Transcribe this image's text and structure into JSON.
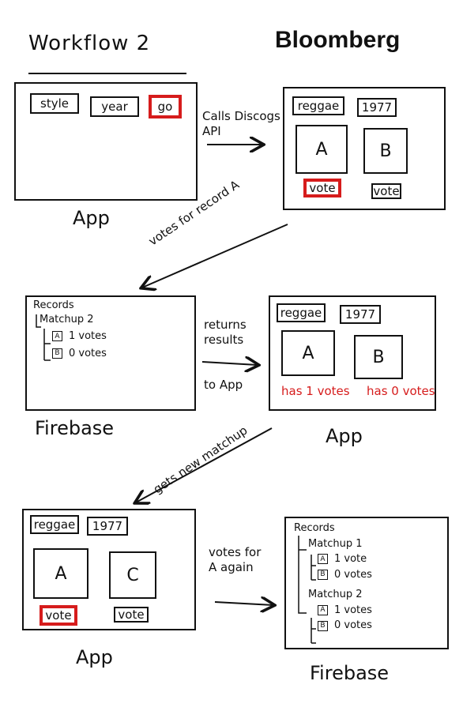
{
  "header": {
    "title": "Workflow 2",
    "brand": "Bloomberg"
  },
  "colors": {
    "ink": "#111111",
    "highlight": "#d61c1c"
  },
  "panel1": {
    "inputs": [
      "style",
      "year",
      "go"
    ],
    "caption": "App"
  },
  "arrow1": {
    "line1": "Calls Discogs",
    "line2": "API"
  },
  "panel2": {
    "inputs": [
      "reggae",
      "1977"
    ],
    "tiles": [
      "A",
      "B"
    ],
    "buttons": [
      "vote",
      "vote"
    ]
  },
  "arrow2": {
    "text": "votes for record A"
  },
  "panel3": {
    "caption": "Firebase",
    "root": "Records",
    "matchup": "Matchup 2",
    "rows": [
      {
        "letter": "A",
        "text": "1 votes"
      },
      {
        "letter": "B",
        "text": "0 votes"
      }
    ]
  },
  "arrow3": {
    "line1": "returns",
    "line2": "results",
    "line3": "to App"
  },
  "panel4": {
    "caption": "App",
    "inputs": [
      "reggae",
      "1977"
    ],
    "tiles": [
      "A",
      "B"
    ],
    "results": [
      "has 1 votes",
      "has 0 votes"
    ]
  },
  "arrow4": {
    "text": "gets new matchup"
  },
  "panel5": {
    "caption": "App",
    "inputs": [
      "reggae",
      "1977"
    ],
    "tiles": [
      "A",
      "C"
    ],
    "buttons": [
      "vote",
      "vote"
    ]
  },
  "arrow5": {
    "line1": "votes for",
    "line2": "A again"
  },
  "panel6": {
    "caption": "Firebase",
    "root": "Records",
    "matchups": [
      {
        "name": "Matchup 1",
        "rows": [
          {
            "letter": "A",
            "text": "1 vote"
          },
          {
            "letter": "B",
            "text": "0 votes"
          }
        ]
      },
      {
        "name": "Matchup 2",
        "rows": [
          {
            "letter": "A",
            "text": "1 votes"
          },
          {
            "letter": "B",
            "text": "0 votes"
          }
        ]
      }
    ]
  }
}
